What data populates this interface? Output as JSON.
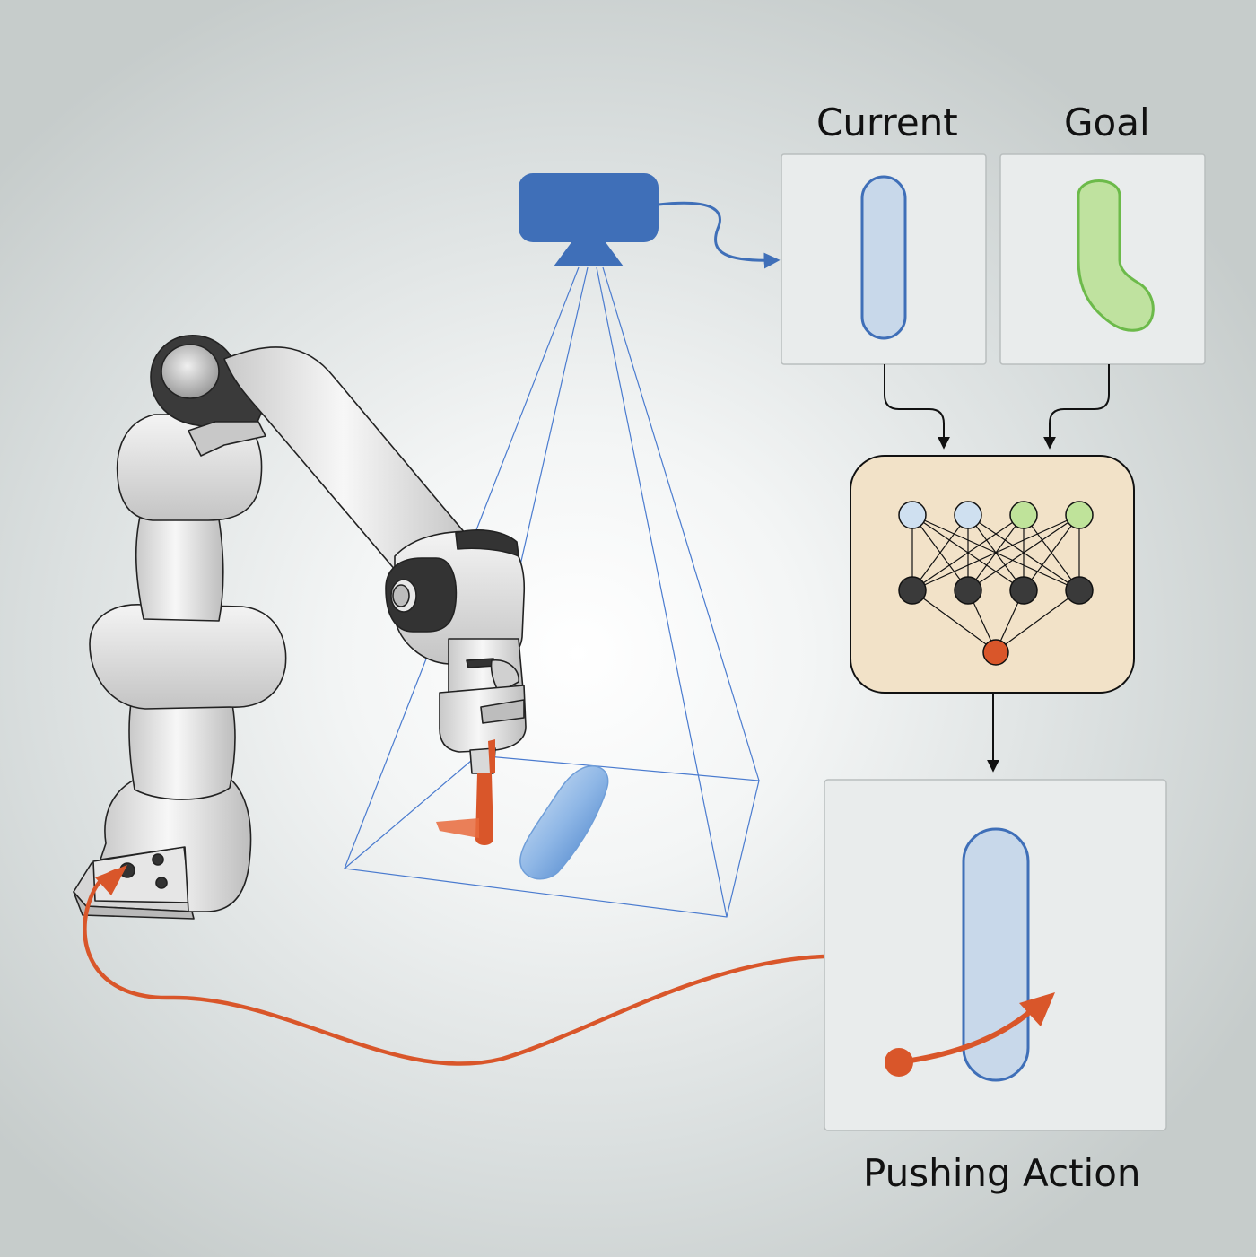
{
  "labels": {
    "current": "Current",
    "goal": "Goal",
    "pushing_action": "Pushing Action"
  },
  "colors": {
    "camera_blue": "#3f6fb8",
    "object_fill": "#c8d8ea",
    "goal_green_fill": "#bfe29f",
    "goal_green_stroke": "#6cba4a",
    "network_panel": "#f2e2c8",
    "action_orange": "#d9562a",
    "node_light_blue": "#cfe0f0",
    "node_light_green": "#bfe39a",
    "node_dark": "#3a3a3a",
    "panel_fill": "#e9ecec"
  },
  "icons": [
    "camera-icon",
    "robot-arm-icon",
    "neural-network-icon"
  ]
}
